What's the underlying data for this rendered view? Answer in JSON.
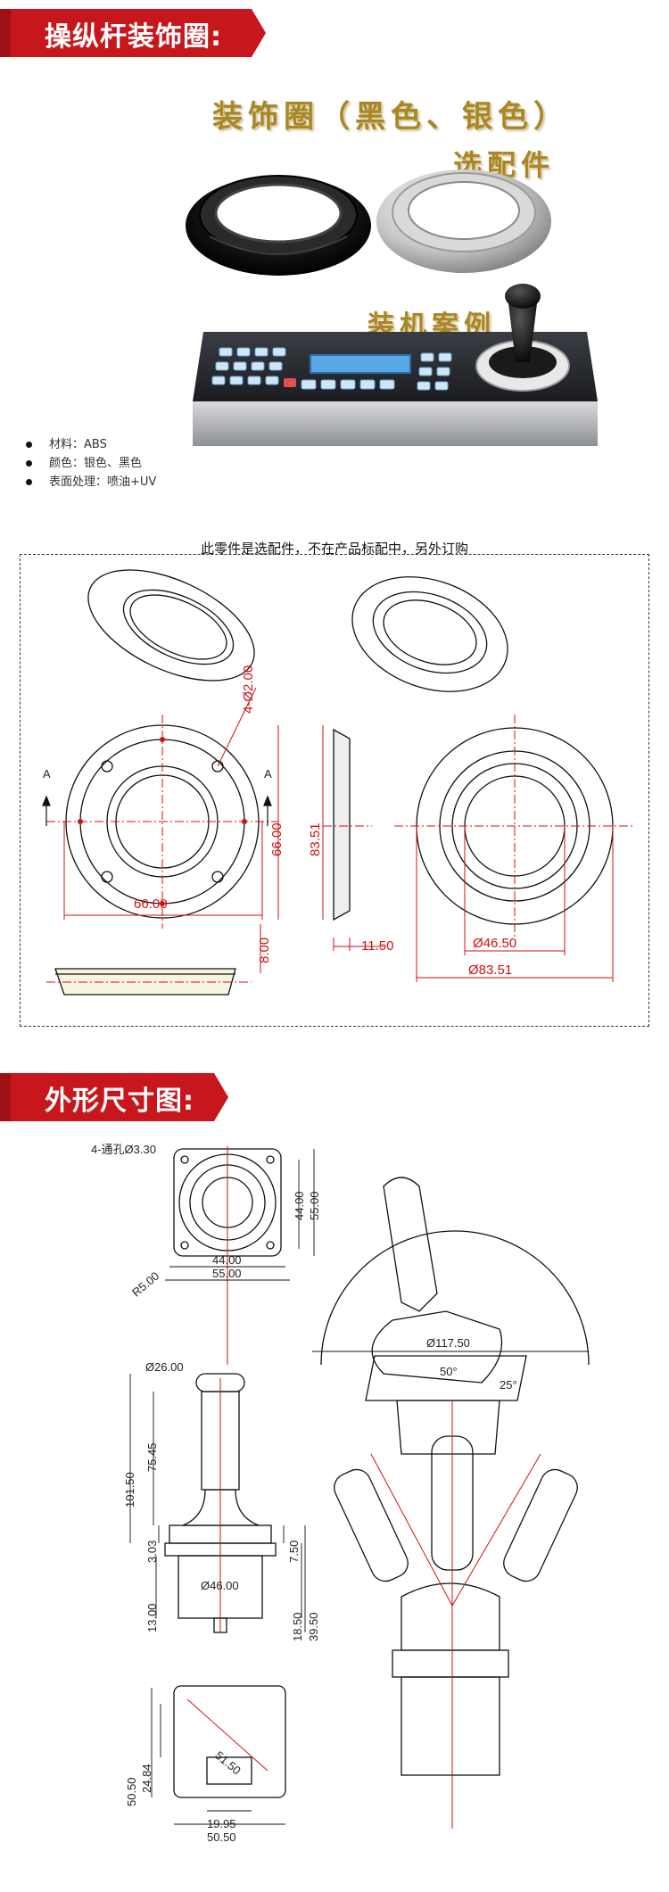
{
  "section1": {
    "title": "操纵杆装饰圈:",
    "ring_title": "装饰圈（黑色、银色）",
    "optional_label": "选配件",
    "example_label": "装机案例",
    "bullets": [
      "材料：ABS",
      "颜色：银色、黑色",
      "表面处理：喷油+UV"
    ],
    "note": "此零件是选配件，不在产品标配中，另外订购"
  },
  "drawing1": {
    "dim_hole": "4-Ø2.00",
    "dim_width": "66.00",
    "dim_height": "66.00",
    "dim_depth": "8.00",
    "dim_outer_h": "83.51",
    "dim_thick": "11.50",
    "dim_inner": "Ø46.50",
    "dim_outer": "Ø83.51",
    "section_a_left": "A",
    "section_a_right": "A"
  },
  "section2": {
    "title": "外形尺寸图:"
  },
  "drawing2": {
    "through_hole": "4-通孔Ø3.30",
    "radius": "R5.00",
    "inner_w": "44.00",
    "outer_w": "55.00",
    "inner_h": "44.00",
    "outer_h": "55.00",
    "knob_d": "Ø26.00",
    "total_h": "101.50",
    "stick_h": "75.45",
    "gap1": "3.03",
    "boot_h": "7.50",
    "body_d": "Ø46.00",
    "body_h": "18.50",
    "total_low": "39.50",
    "base_h": "13.00",
    "sweep": "Ø117.50",
    "angle_total": "50°",
    "angle_half": "25°",
    "sq_h": "50.50",
    "sq_h2": "24.84",
    "diag": "51.50",
    "conn_w": "19.95",
    "sq_w": "50.50"
  },
  "colors": {
    "banner_red": "#c8161d",
    "gold": "#a8862a"
  }
}
